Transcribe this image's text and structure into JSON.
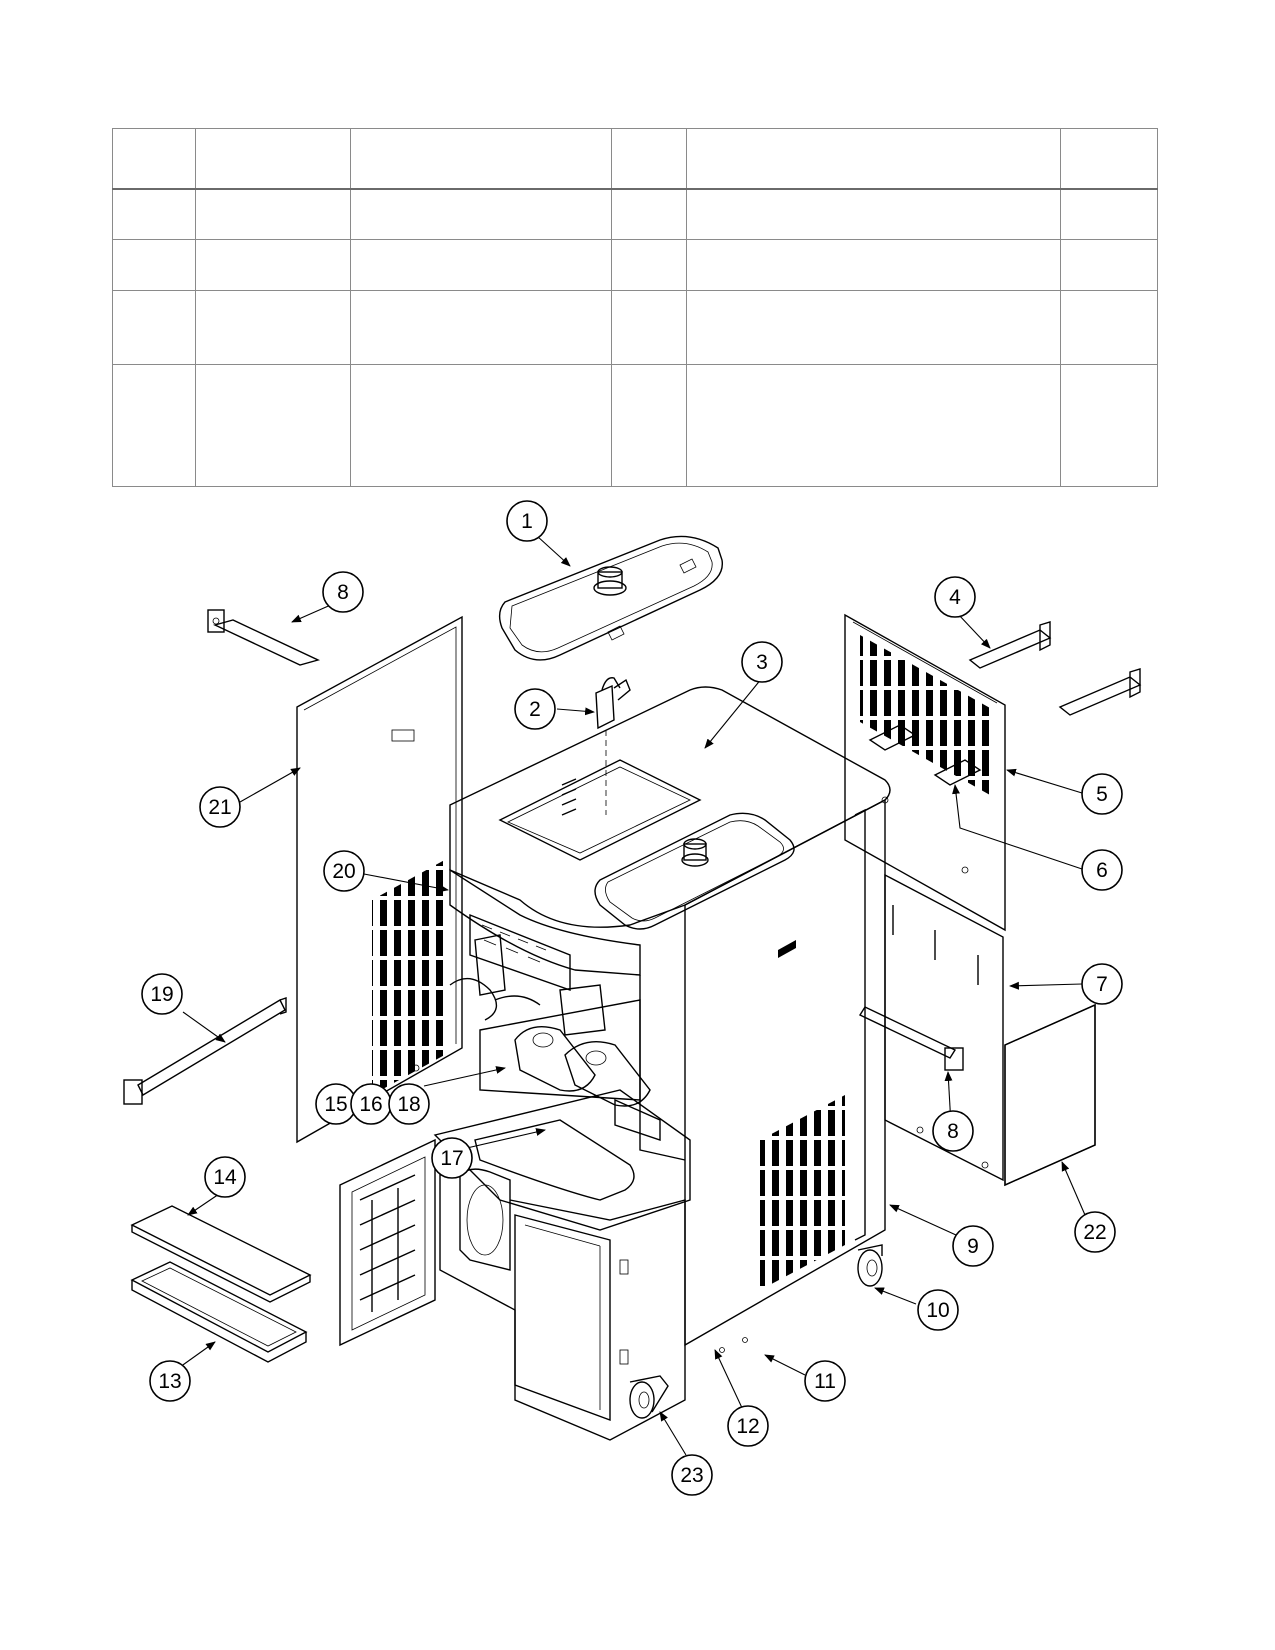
{
  "parts_table": {
    "columns": 6,
    "rows": 5
  },
  "callouts": [
    {
      "id": "c1",
      "label": "1"
    },
    {
      "id": "c2",
      "label": "2"
    },
    {
      "id": "c3",
      "label": "3"
    },
    {
      "id": "c4",
      "label": "4"
    },
    {
      "id": "c5",
      "label": "5"
    },
    {
      "id": "c6",
      "label": "6"
    },
    {
      "id": "c7",
      "label": "7"
    },
    {
      "id": "c8a",
      "label": "8"
    },
    {
      "id": "c8b",
      "label": "8"
    },
    {
      "id": "c9",
      "label": "9"
    },
    {
      "id": "c10",
      "label": "10"
    },
    {
      "id": "c11",
      "label": "11"
    },
    {
      "id": "c12",
      "label": "12"
    },
    {
      "id": "c13",
      "label": "13"
    },
    {
      "id": "c14",
      "label": "14"
    },
    {
      "id": "c15",
      "label": "15"
    },
    {
      "id": "c16",
      "label": "16"
    },
    {
      "id": "c17",
      "label": "17"
    },
    {
      "id": "c18",
      "label": "18"
    },
    {
      "id": "c19",
      "label": "19"
    },
    {
      "id": "c20",
      "label": "20"
    },
    {
      "id": "c21",
      "label": "21"
    },
    {
      "id": "c22",
      "label": "22"
    },
    {
      "id": "c23",
      "label": "23"
    }
  ]
}
